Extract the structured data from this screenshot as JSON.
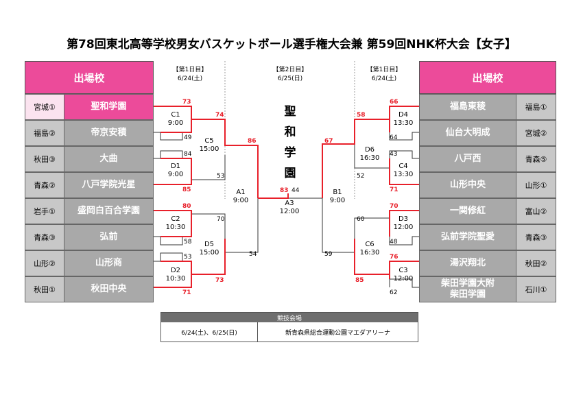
{
  "title": "第78回東北高等学校男女バスケットボール選手権大会兼 第59回NHK杯大会【女子】",
  "header_left": "出場校",
  "header_right": "出場校",
  "days": {
    "left": "【第1日目】\n6/24(土)",
    "center": "【第2日目】\n6/25(日)",
    "right": "【第1日目】\n6/24(土)"
  },
  "left_teams": [
    {
      "pref": "宮城①",
      "name": "聖和学園"
    },
    {
      "pref": "福島②",
      "name": "帝京安積"
    },
    {
      "pref": "秋田③",
      "name": "大曲"
    },
    {
      "pref": "青森②",
      "name": "八戸学院光星"
    },
    {
      "pref": "岩手①",
      "name": "盛岡白百合学園"
    },
    {
      "pref": "青森③",
      "name": "弘前"
    },
    {
      "pref": "山形②",
      "name": "山形商"
    },
    {
      "pref": "秋田①",
      "name": "秋田中央"
    }
  ],
  "right_teams": [
    {
      "name": "福島東稜",
      "pref": "福島①"
    },
    {
      "name": "仙台大明成",
      "pref": "宮城②"
    },
    {
      "name": "八戸西",
      "pref": "青森⑤"
    },
    {
      "name": "山形中央",
      "pref": "山形①"
    },
    {
      "name": "一関修紅",
      "pref": "富山②"
    },
    {
      "name": "弘前学院聖愛",
      "pref": "青森③"
    },
    {
      "name": "湯沢翔北",
      "pref": "秋田②"
    },
    {
      "name": "柴田学園大附\n柴田学園",
      "pref": "石川①"
    }
  ],
  "games": {
    "C1": "C1\n9:00",
    "D1": "D1\n9:00",
    "C2": "C2\n10:30",
    "D2": "D2\n10:30",
    "C5": "C5\n15:00",
    "D5": "D5\n15:00",
    "A1": "A1\n9:00",
    "A3": "A3\n12:00",
    "B1": "B1\n9:00",
    "D4": "D4\n13:30",
    "C4": "C4\n13:30",
    "D3": "D3\n12:00",
    "C3": "C3\n12:00",
    "D6": "D6\n16:30",
    "C6": "C6\n16:30"
  },
  "scores": {
    "l1": "73",
    "l2": "49",
    "l3": "84",
    "l4": "85",
    "l5": "80",
    "l6": "58",
    "l7": "53",
    "l8": "71",
    "c5a": "74",
    "c5b": "53",
    "d5a": "70",
    "d5b": "73",
    "a1a": "86",
    "a1b": "54",
    "a3a": "83",
    "a3b": "44",
    "b1a": "67",
    "b1b": "59",
    "d6a": "58",
    "d6b": "52",
    "c6a": "60",
    "c6b": "85",
    "r1": "66",
    "r2": "64",
    "r3": "43",
    "r4": "71",
    "r5": "70",
    "r6": "48",
    "r7": "76",
    "r8": "62"
  },
  "champion": [
    "聖",
    "和",
    "学",
    "園"
  ],
  "venue": {
    "header": "競技会場",
    "dates": "6/24(土)、6/25(日)",
    "place": "新青森県総合運動公園マエダアリーナ"
  },
  "colors": {
    "accent": "#ec4b9a",
    "win_line": "#e8202a",
    "loser_cell": "#a9a9a9"
  }
}
